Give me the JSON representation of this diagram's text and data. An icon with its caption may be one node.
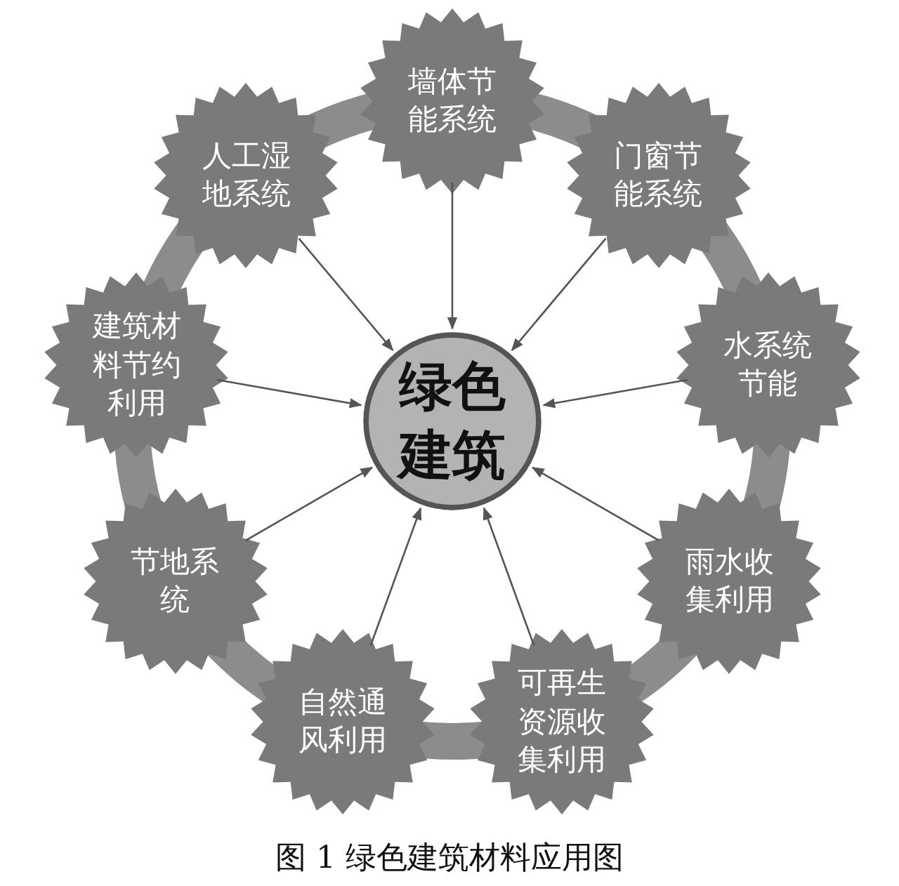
{
  "diagram": {
    "caption": "图 1 绿色建筑材料应用图",
    "nodes": [
      {
        "text": [
          "墙体节能系统"
        ]
      },
      {
        "text": [
          "人工湿地系统"
        ]
      },
      {
        "text": [
          "门窗节能系统"
        ]
      },
      {
        "text": [
          "建筑材料节约利用"
        ]
      },
      {
        "text": [
          "绿色建筑"
        ]
      },
      {
        "text": [
          "水系统节能"
        ]
      },
      {
        "text": [
          "节地系统"
        ]
      },
      {
        "text": [
          "雨水收集利用"
        ]
      },
      {
        "text": [
          "自然通风利用"
        ]
      },
      {
        "text": [
          "可再生资源收集利用"
        ]
      }
    ],
    "edges": [
      {
        "from": 0,
        "to": 4,
        "arrow": "to"
      },
      {
        "from": 2,
        "to": 4,
        "arrow": "to"
      },
      {
        "from": 5,
        "to": 4,
        "arrow": "to"
      },
      {
        "from": 7,
        "to": 4,
        "arrow": "to"
      },
      {
        "from": 9,
        "to": 4,
        "arrow": "to"
      },
      {
        "from": 8,
        "to": 4,
        "arrow": "to"
      },
      {
        "from": 6,
        "to": 4,
        "arrow": "to"
      },
      {
        "from": 3,
        "to": 4,
        "arrow": "to"
      },
      {
        "from": 1,
        "to": 4,
        "arrow": "to"
      }
    ]
  }
}
